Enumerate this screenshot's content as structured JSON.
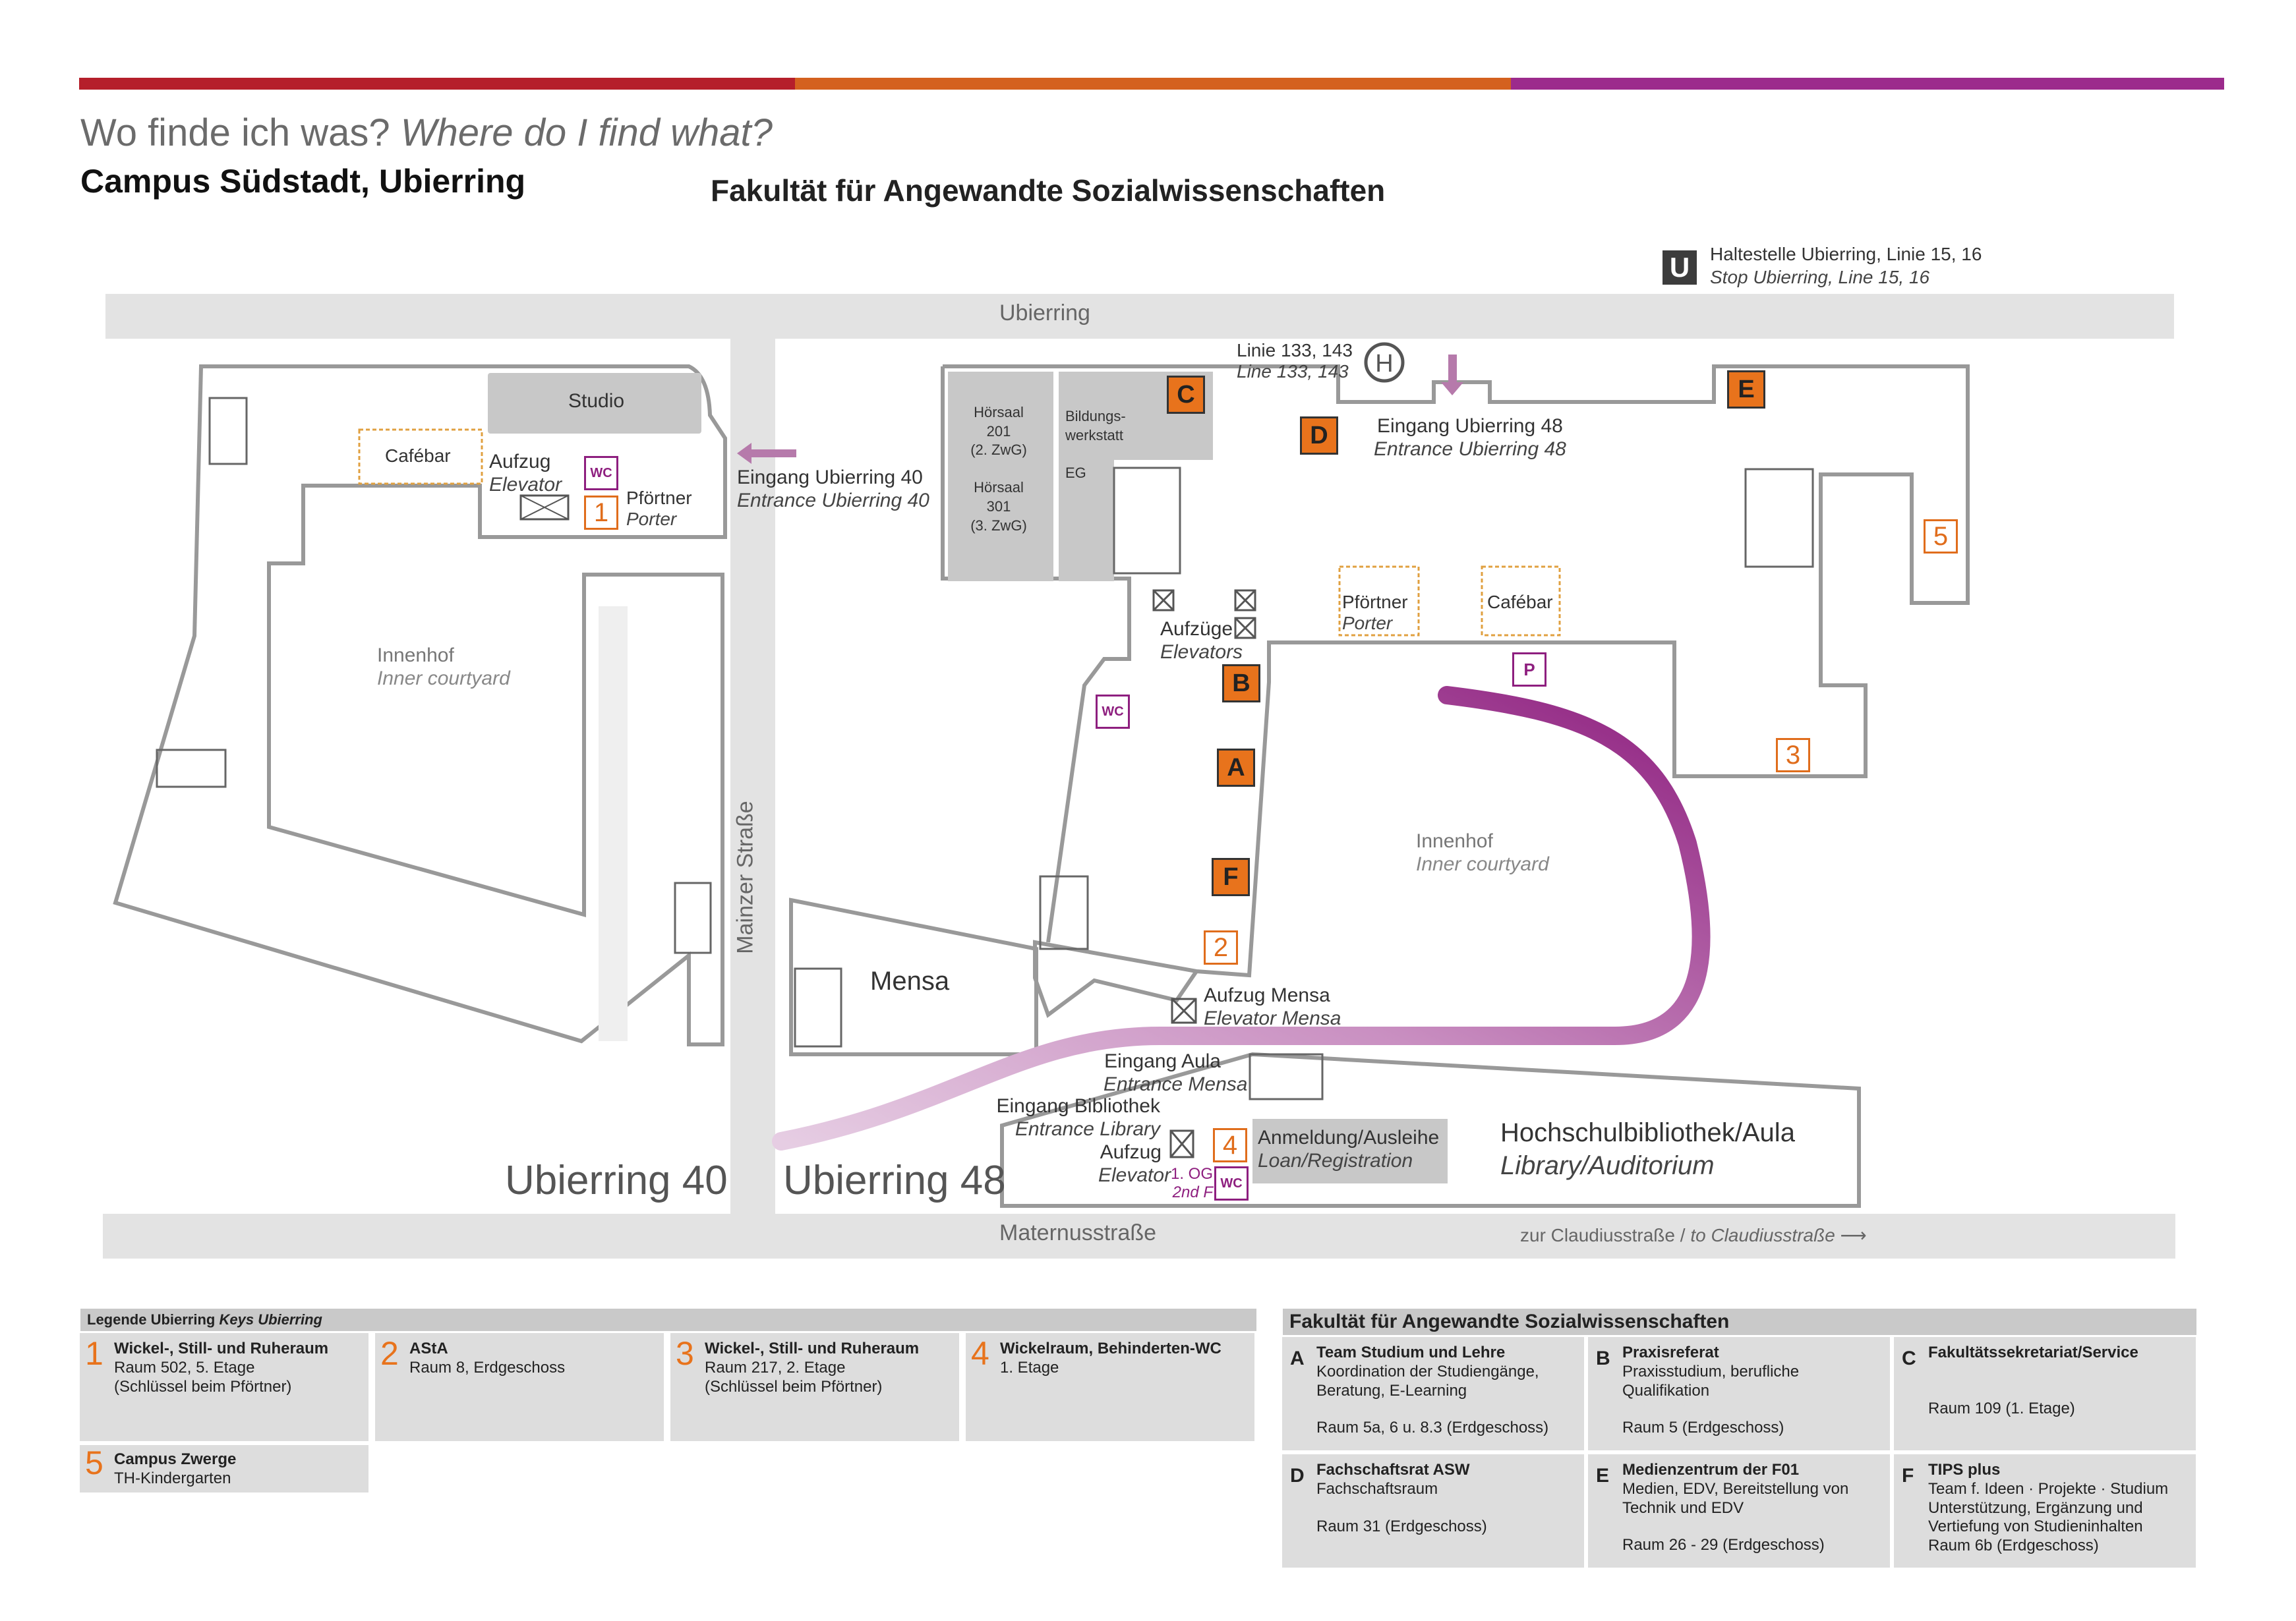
{
  "colors": {
    "bar_red": "#b51f2b",
    "bar_orange": "#d4611f",
    "bar_purple": "#9c2b8c",
    "accent_orange": "#e8731c",
    "route_purple": "#8e1f7f",
    "street_gray": "#e3e3e3"
  },
  "header": {
    "title_de": "Wo finde ich was?",
    "title_en": "Where do I find what?",
    "campus": "Campus Südstadt, Ubierring",
    "faculty": "Fakultät für Angewandte Sozialwissenschaften"
  },
  "stop": {
    "icon": "U",
    "line_de": "Haltestelle Ubierring, Linie 15, 16",
    "line_en": "Stop Ubierring, Line 15, 16"
  },
  "streets": {
    "top": "Ubierring",
    "left_vertical": "Mainzer Straße",
    "bottom": "Maternusstraße",
    "bottom_right_de": "zur Claudiusstraße",
    "bottom_right_en": "to Claudiusstraße",
    "separator": " / "
  },
  "bus": {
    "icon": "H",
    "line_de": "Linie 133, 143",
    "line_en": "Line 133, 143"
  },
  "u40": {
    "name": "Ubierring 40",
    "studio": "Studio",
    "cafebar": "Cafébar",
    "aufzug_de": "Aufzug",
    "aufzug_en": "Elevator",
    "pfoertner_de": "Pförtner",
    "pfoertner_en": "Porter",
    "entrance_de": "Eingang Ubierring 40",
    "entrance_en": "Entrance Ubierring 40",
    "innenhof_de": "Innenhof",
    "innenhof_en": "Inner courtyard",
    "wc": "WC",
    "num1": "1"
  },
  "u48": {
    "name": "Ubierring 48",
    "hoersaal": [
      "Hörsaal",
      "201",
      "(2. ZwG)",
      "Hörsaal",
      "301",
      "(3. ZwG)"
    ],
    "bildungs": [
      "Bildungs-",
      "werkstatt",
      "EG"
    ],
    "entrance_de": "Eingang Ubierring 48",
    "entrance_en": "Entrance Ubierring 48",
    "aufzuege_de": "Aufzüge",
    "aufzuege_en": "Elevators",
    "pfoertner_de": "Pförtner",
    "pfoertner_en": "Porter",
    "cafebar": "Cafébar",
    "innenhof_de": "Innenhof",
    "innenhof_en": "Inner courtyard",
    "mensa": "Mensa",
    "aufzug_mensa_de": "Aufzug Mensa",
    "aufzug_mensa_en": "Elevator Mensa",
    "eingang_aula_de": "Eingang Aula",
    "eingang_aula_en": "Entrance Mensa",
    "eingang_bib_de": "Eingang Bibliothek",
    "eingang_bib_en": "Entrance Library",
    "aufzug_de": "Aufzug",
    "aufzug_en": "Elevator",
    "og_de": "1. OG",
    "og_en": "2nd F",
    "anmeldung_de": "Anmeldung/Ausleihe",
    "anmeldung_en": "Loan/Registration",
    "bib_de": "Hochschulbibliothek/Aula",
    "bib_en": "Library/Auditorium",
    "badges": [
      "A",
      "B",
      "C",
      "D",
      "E",
      "F"
    ],
    "nums": [
      "2",
      "3",
      "4",
      "5"
    ],
    "wc": "WC",
    "p": "P"
  },
  "legend_left": {
    "head_de": "Legende Ubierring",
    "head_en": "Keys Ubierring",
    "items": [
      {
        "num": "1",
        "title": "Wickel-, Still- und Ruheraum",
        "lines": [
          "Raum 502, 5. Etage",
          "(Schlüssel beim Pförtner)"
        ]
      },
      {
        "num": "2",
        "title": "AStA",
        "lines": [
          "Raum 8, Erdgeschoss"
        ]
      },
      {
        "num": "3",
        "title": "Wickel-, Still- und Ruheraum",
        "lines": [
          "Raum 217, 2. Etage",
          "(Schlüssel beim Pförtner)"
        ]
      },
      {
        "num": "4",
        "title": "Wickelraum, Behinderten-WC",
        "lines": [
          "1. Etage"
        ]
      },
      {
        "num": "5",
        "title": "Campus Zwerge",
        "lines": [
          "TH-Kindergarten"
        ]
      }
    ]
  },
  "legend_right": {
    "head": "Fakultät für Angewandte Sozialwissenschaften",
    "items": [
      {
        "letter": "A",
        "title": "Team Studium und Lehre",
        "lines": [
          "Koordination der Studiengänge,",
          "Beratung, E-Learning",
          "",
          "Raum 5a, 6 u. 8.3 (Erdgeschoss)"
        ]
      },
      {
        "letter": "B",
        "title": "Praxisreferat",
        "lines": [
          "Praxisstudium, berufliche",
          "Qualifikation",
          "",
          "Raum 5 (Erdgeschoss)"
        ]
      },
      {
        "letter": "C",
        "title": "Fakultätssekretariat/Service",
        "lines": [
          "",
          "",
          "Raum 109 (1. Etage)"
        ]
      },
      {
        "letter": "D",
        "title": "Fachschaftsrat ASW",
        "lines": [
          "Fachschaftsraum",
          "",
          "Raum 31 (Erdgeschoss)"
        ]
      },
      {
        "letter": "E",
        "title": "Medienzentrum der F01",
        "lines": [
          "Medien, EDV, Bereitstellung von",
          "Technik und EDV",
          "",
          "Raum 26 - 29 (Erdgeschoss)"
        ]
      },
      {
        "letter": "F",
        "title": "TIPS plus",
        "lines": [
          "Team f. Ideen · Projekte · Studium",
          "Unterstützung, Ergänzung und",
          "Vertiefung von Studieninhalten",
          "Raum 6b (Erdgeschoss)"
        ]
      }
    ]
  }
}
